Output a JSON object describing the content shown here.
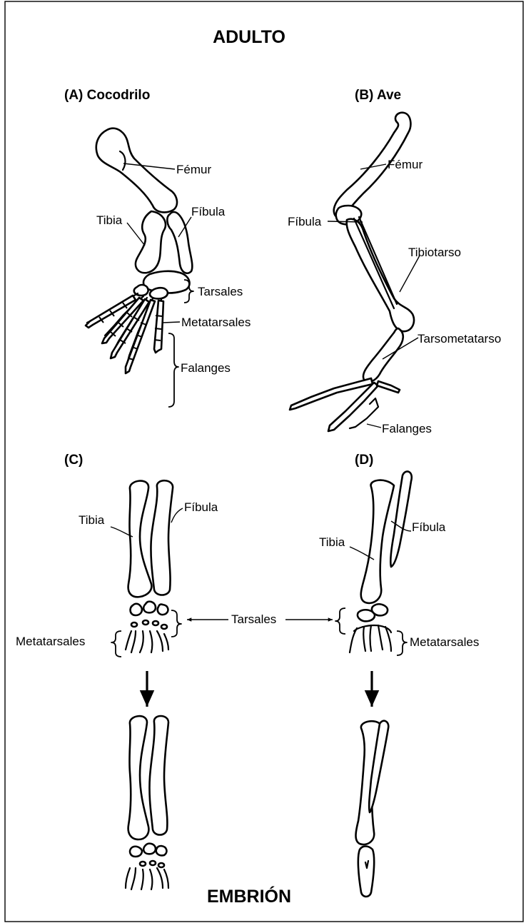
{
  "headings": {
    "top": "ADULTO",
    "bottom": "EMBRIÓN"
  },
  "panels": {
    "a": "(A) Cocodrilo",
    "b": "(B) Ave",
    "c": "(C)",
    "d": "(D)"
  },
  "labels": {
    "a_femur": "Fémur",
    "a_tibia": "Tibia",
    "a_fibula": "Fíbula",
    "a_tarsales": "Tarsales",
    "a_metatarsales": "Metatarsales",
    "a_falanges": "Falanges",
    "b_femur": "Fémur",
    "b_fibula": "Fíbula",
    "b_tibiotarso": "Tibiotarso",
    "b_tarsometatarso": "Tarsometatarso",
    "b_falanges": "Falanges",
    "c_tibia": "Tibia",
    "c_fibula": "Fíbula",
    "c_metatarsales": "Metatarsales",
    "shared_tarsales": "Tarsales",
    "d_fibula": "Fíbula",
    "d_tibia": "Tibia",
    "d_metatarsales": "Metatarsales"
  }
}
